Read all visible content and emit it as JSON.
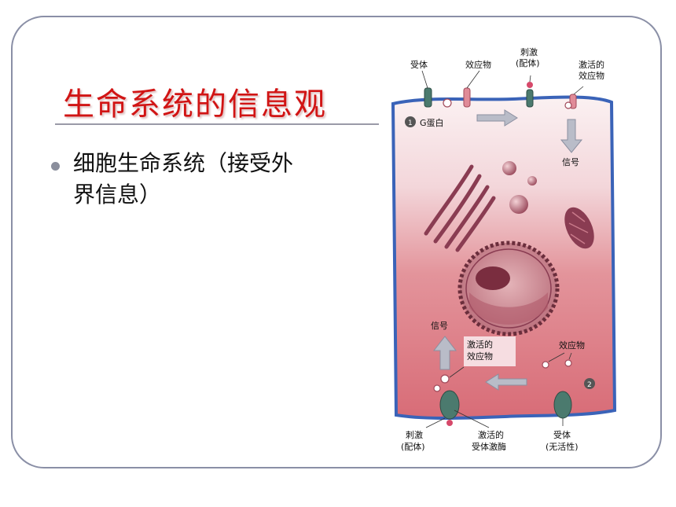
{
  "slide": {
    "title": "生命系统的信息观",
    "bullets": [
      "细胞生命系统（接受外界信息）"
    ]
  },
  "figure": {
    "labels": {
      "receptor_top": "受体",
      "effector_top": "效应物",
      "stimulus_top_1": "刺激",
      "stimulus_top_2": "(配体)",
      "activated_effector_top_1": "激活的",
      "activated_effector_top_2": "效应物",
      "badge_1": "1",
      "g_protein": "G蛋白",
      "signal_top": "信号",
      "signal_bottom": "信号",
      "activated_effector_bottom_1": "激活的",
      "activated_effector_bottom_2": "效应物",
      "effector_bottom": "效应物",
      "badge_2": "2",
      "stimulus_bottom_1": "刺激",
      "stimulus_bottom_2": "(配体)",
      "activated_kinase_1": "激活的",
      "activated_kinase_2": "受体激酶",
      "receptor_inactive_1": "受体",
      "receptor_inactive_2": "(无活性)"
    },
    "colors": {
      "membrane": "#3a63b8",
      "cytoplasm_top": "#f6e4e6",
      "cytoplasm_bottom": "#d9707a",
      "organelle": "#8a3c52",
      "arrow": "#a7a9b6"
    }
  }
}
